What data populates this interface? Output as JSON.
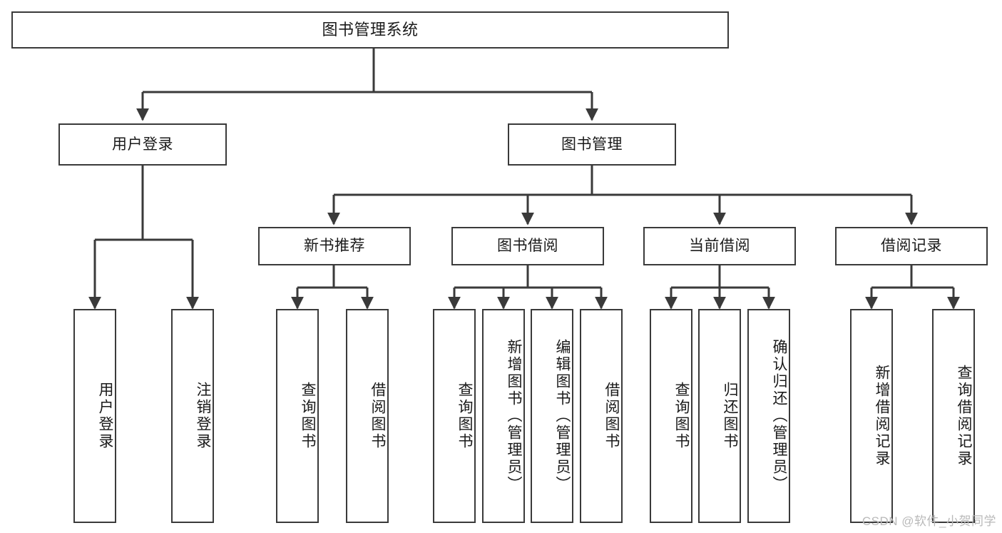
{
  "diagram": {
    "title": "图书管理系统",
    "type": "tree",
    "stroke_color": "#3a3a3a",
    "fill_color": "#ffffff",
    "text_color": "#1a1a1a"
  },
  "nodes": {
    "root": {
      "label": "图书管理系统"
    },
    "level2": [
      {
        "id": "user-login",
        "label": "用户登录"
      },
      {
        "id": "book-manage",
        "label": "图书管理"
      }
    ],
    "level3": [
      {
        "id": "new-book-recommend",
        "label": "新书推荐"
      },
      {
        "id": "book-borrow",
        "label": "图书借阅"
      },
      {
        "id": "current-borrow",
        "label": "当前借阅"
      },
      {
        "id": "borrow-record",
        "label": "借阅记录"
      }
    ],
    "leaves": {
      "user_login": [
        {
          "id": "leaf-user-login",
          "label": "用户登录"
        },
        {
          "id": "leaf-logout-login",
          "label": "注销登录"
        }
      ],
      "new_book_recommend": [
        {
          "id": "leaf-query-book-1",
          "label": "查询图书"
        },
        {
          "id": "leaf-borrow-book-1",
          "label": "借阅图书"
        }
      ],
      "book_borrow": [
        {
          "id": "leaf-query-book-2",
          "label": "查询图书"
        },
        {
          "id": "leaf-add-book",
          "label": "新增图书（管理员）"
        },
        {
          "id": "leaf-edit-book",
          "label": "编辑图书（管理员）"
        },
        {
          "id": "leaf-borrow-book-2",
          "label": "借阅图书"
        }
      ],
      "current_borrow": [
        {
          "id": "leaf-query-book-3",
          "label": "查询图书"
        },
        {
          "id": "leaf-return-book",
          "label": "归还图书"
        },
        {
          "id": "leaf-confirm-return",
          "label": "确认归还（管理员）"
        }
      ],
      "borrow_record": [
        {
          "id": "leaf-add-record",
          "label": "新增借阅记录"
        },
        {
          "id": "leaf-query-record",
          "label": "查询借阅记录"
        }
      ]
    }
  },
  "watermark": {
    "text": "CSDN @软件_小贺同学"
  }
}
